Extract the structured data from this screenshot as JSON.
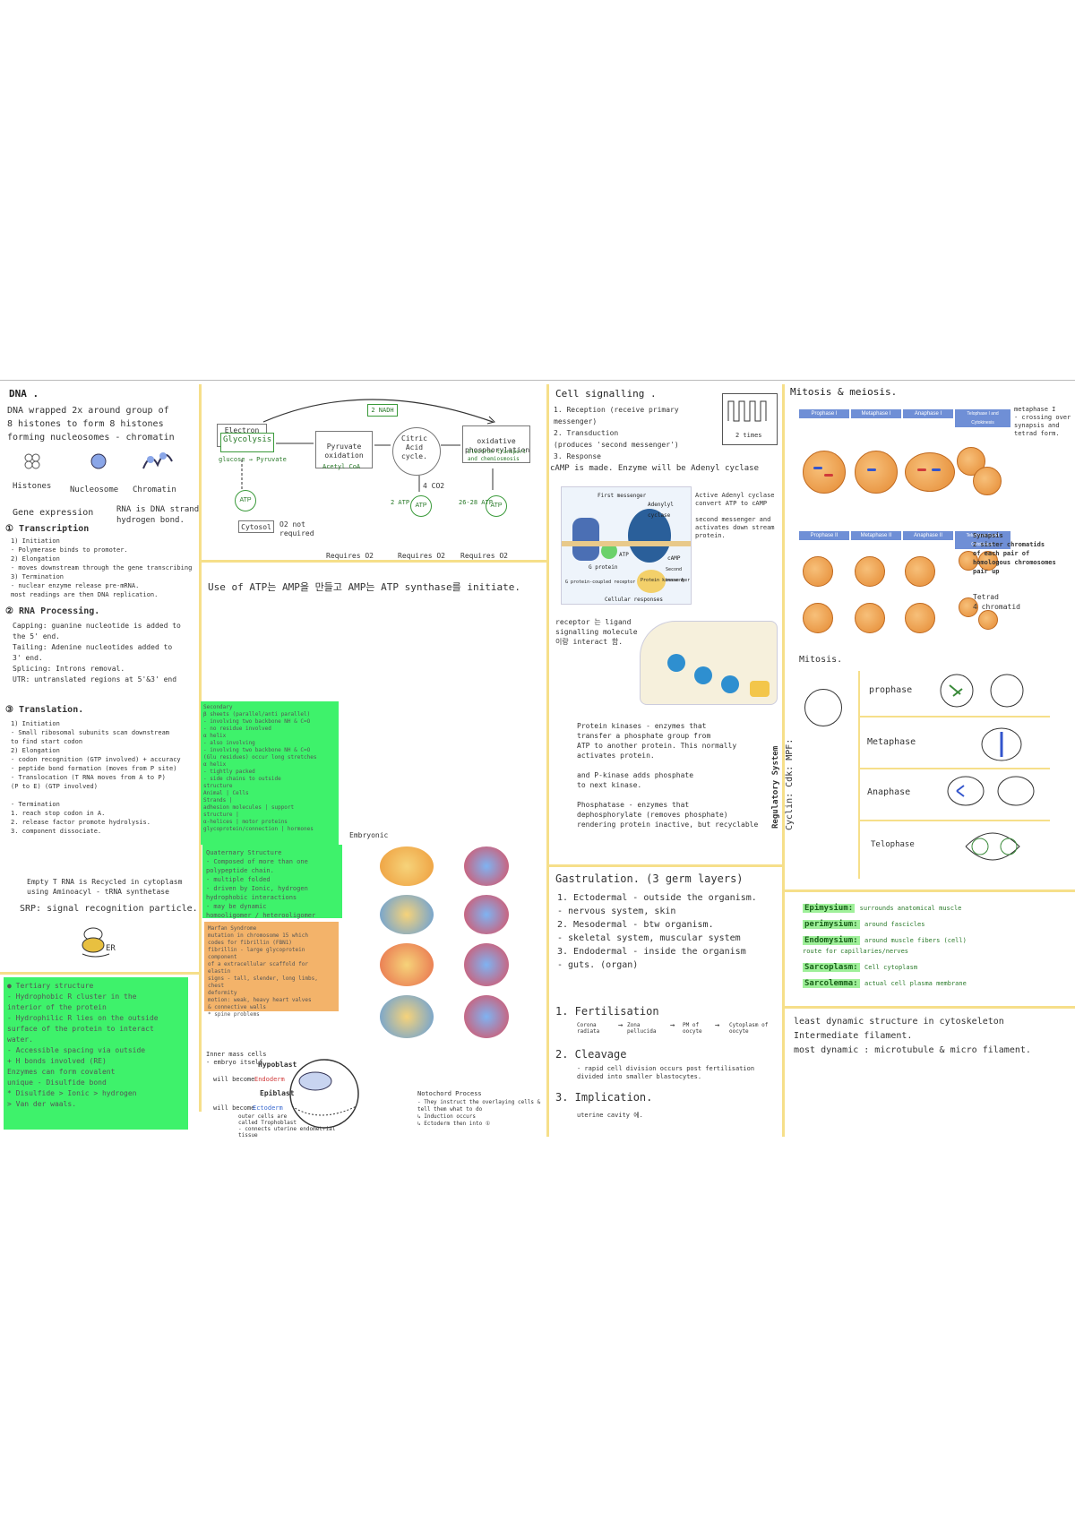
{
  "dna": {
    "title": "DNA .",
    "intro": "DNA wrapped 2x around group of\n8 histones to form 8 histones\nforming nucleosomes - chromatin",
    "labels": [
      "Histones",
      "Nucleosome",
      "Chromatin"
    ],
    "gene_expression": "Gene expression",
    "rna_note": "RNA is DNA strand\nhydrogen bond.",
    "transcription_title": "① Transcription",
    "transcription_body": "1) Initiation\n- Polymerase binds to promoter.\n2) Elongation\n- moves downstream through the gene transcribing\n3) Termination\n- nuclear enzyme release pre-mRNA.\nmost readings are then DNA replication.",
    "rna_processing_title": "② RNA Processing.",
    "rna_processing_body": "Capping: guanine nucleotide is added to\nthe 5' end.\nTailing: Adenine nucleotides added to\n3' end.\nSplicing: Introns removal.\nUTR: untranslated regions at 5'&3' end",
    "translation_title": "③ Translation.",
    "translation_body": "1) Initiation\n- Small ribosomal subunits scan downstream\nto find start codon\n2) Elongation\n- codon recognition (GTP involved) + accuracy\n- peptide bond formation (moves from P site)\n- Translocation (T RNA moves from A to P)\n(P to E) (GTP involved)\n\n- Termination\n1. reach stop codon in A.\n2. release factor promote hydrolysis.\n3. component dissociate.",
    "empty_trna": "Empty T RNA is Recycled in cytoplasm\nusing Aminoacyl - tRNA synthetase",
    "srp": "SRP: signal recognition particle.",
    "er_label": "ER"
  },
  "sticky_bottom_left": "● Tertiary structure\n- Hydrophobic R cluster in the\ninterior of the protein\n- Hydrophilic R lies on the outside\nsurface of the protein to interact\nwater.\n- Accessible spacing via outside\n+ H bonds involved (RE)\nEnzymes can form covalent\nunique - Disulfide bond\n* Disulfide > Ionic > hydrogen\n> Van der waals.",
  "respiration": {
    "electron_label": "Electron\nVia NADH",
    "glycolysis": "Glycolysis",
    "glycolysis_sub": "glucose → Pyruvate",
    "pyruvate_oxidation": "Pyruvate\noxidation",
    "pyruvate_sub": "Acetyl CoA",
    "citric_acid": "Citric\nAcid\ncycle.",
    "oxidative": "oxidative\nphosphorylation",
    "oxidative_sub": "Electron transport\nand chemiosmosis",
    "top_note": "2 NADH",
    "co2": "4 CO2",
    "atp": "ATP",
    "cytosol": "Cytosol",
    "o2_note": "O2 not\nrequired",
    "requires_o2": "Requires O2",
    "atp_yield": "2 ATP",
    "atp_yield2": "26-28 ATP",
    "use_of_atp": "Use of ATP는 AMP을 만들고 AMP는 ATP synthase를 initiate."
  },
  "sticky_green_left": "Secondary\nβ sheets (parallel/anti parallel)\n- involving two backbone NH & C=O\n- no residue involved\nα helix\n- also involving\n- involving two backbone NH & C=O\n(Glu residues) occur long stretches\nα helix\n- tightly packed\n- side chains to outside\nstructure\nAnimal | Cells\nStrands |\nadhesion molecules | support\nstructure |\nα-helices | motor proteins\nglycoprotein/connection | hormones",
  "sticky_green_mid": "Quaternary Structure\n- Composed of more than one\npolypeptide chain.\n- multiple folded\n- driven by Ionic, hydrogen\nhydrophobic interactions\n- may be dynamic\nhomooligomer / heterooligomer",
  "sticky_orange": "Marfan Syndrome\nmutation in chromosome 15 which\ncodes for fibrillin (FBN1)\nfibrillin - large glycoprotein component\nof a extracellular scaffold for\nelastin\nsigns - tall, slender, long limbs, chest\ndeformity\nmotion: weak, heavy heart valves\n& connective walls\n* spine problems",
  "embryo": {
    "title": "Embryonic",
    "inner_mass": "Inner mass cells\n- embryo itself",
    "hypoblast": "Hypoblast",
    "will_become_1": "will become",
    "endoderm": "Endoderm",
    "epiblast": "Epiblast",
    "will_become_2": "will become",
    "ectoderm": "Ectoderm",
    "trophoblast": "outer cells are\ncalled Trophoblast\n- connects uterine endometrial\ntissue",
    "notochord_title": "Notochord Process",
    "notochord_body": "- They instruct the overlaying cells &\ntell them what to do\n↳ Induction occurs\n↳ Ectoderm then into ①"
  },
  "signalling": {
    "title": "Cell signalling .",
    "steps": "1. Reception (receive primary messenger)\n2. Transduction\n(produces 'second messenger')\n3. Response",
    "times": "2 times",
    "camp_note": "cAMP is made. Enzyme will be Adenyl cyclase",
    "adenyl_note": "Active Adenyl cyclase\nconvert ATP to cAMP\n\nsecond messenger and\nactivates down stream\nprotein.",
    "receptor_note": "receptor 는 ligand\nsignalling molecule\n이랑 interact 함.",
    "kinase_note": "Protein kinases - enzymes that\ntransfer a phosphate group from\nATP to another protein. This normally\nactivates protein.\n\nand P-kinase adds phosphate\nto next kinase.\n\nPhosphatase - enzymes that\ndephosphorylate (removes phosphate)\nrendering protein inactive, but recyclable",
    "fig_labels": [
      "First messenger",
      "Adenylyl cyclase",
      "G protein",
      "G protein-coupled receptor",
      "ATP",
      "cAMP",
      "Second messenger",
      "Protein kinase A",
      "Cellular responses"
    ]
  },
  "gastrulation": {
    "title": "Gastrulation. (3 germ layers)",
    "body": "1. Ectodermal - outside the organism.\n- nervous system, skin\n2. Mesodermal - btw organism.\n- skeletal system, muscular system\n3. Endodermal - inside the organism\n- guts. (organ)"
  },
  "fertilisation": {
    "step1": "1. Fertilisation",
    "step1_flow": [
      "Corona radiata",
      "Zona pellucida",
      "PM of oocyte",
      "Cytoplasm of oocyte"
    ],
    "step2": "2. Cleavage",
    "step2_body": "- rapid cell division occurs post fertilisation\ndivided into smaller blastocytes.",
    "step3": "3. Implication.",
    "step3_body": "uterine cavity 에."
  },
  "mitosis_meiosis": {
    "title": "Mitosis & meiosis.",
    "phases_1": [
      "Prophase I",
      "Metaphase I",
      "Anaphase I",
      "Telophase I and Cytokinesis"
    ],
    "phases_2": [
      "Prophase II",
      "Metaphase II",
      "Anaphase II",
      "Telophase II and Cytokinesis"
    ],
    "metaphase_note": "metaphase I\n- crossing over\nsynapsis and\ntetrad form.",
    "synapsis_note": "Synapsis\n2 sister chromatids\nof each pair of\nhomologous chromosomes\npair up",
    "tetrad_note": "Tetrad\n4 chromatid",
    "mitosis_title": "Mitosis.",
    "mitosis_phases": [
      "prophase",
      "Metaphase",
      "Anaphase",
      "Telophase"
    ],
    "regulatory": "Regulatory System",
    "regulatory_sub": "Cyclin: Cdk: MPF:"
  },
  "muscle_legend": {
    "rows": [
      {
        "term": "Epimysium:",
        "desc": "surrounds anatomical muscle"
      },
      {
        "term": "perimysium:",
        "desc": "around fascicles"
      },
      {
        "term": "Endomysium:",
        "desc": "around muscle fibers (cell)\nroute for capillaries/nerves"
      },
      {
        "term": "Sarcoplasm:",
        "desc": "Cell cytoplasm"
      },
      {
        "term": "Sarcolemma:",
        "desc": "actual cell plasma membrane"
      }
    ]
  },
  "cytoskeleton": "least dynamic structure in cytoskeleton\nIntermediate filament.\nmost dynamic : microtubule & micro filament."
}
